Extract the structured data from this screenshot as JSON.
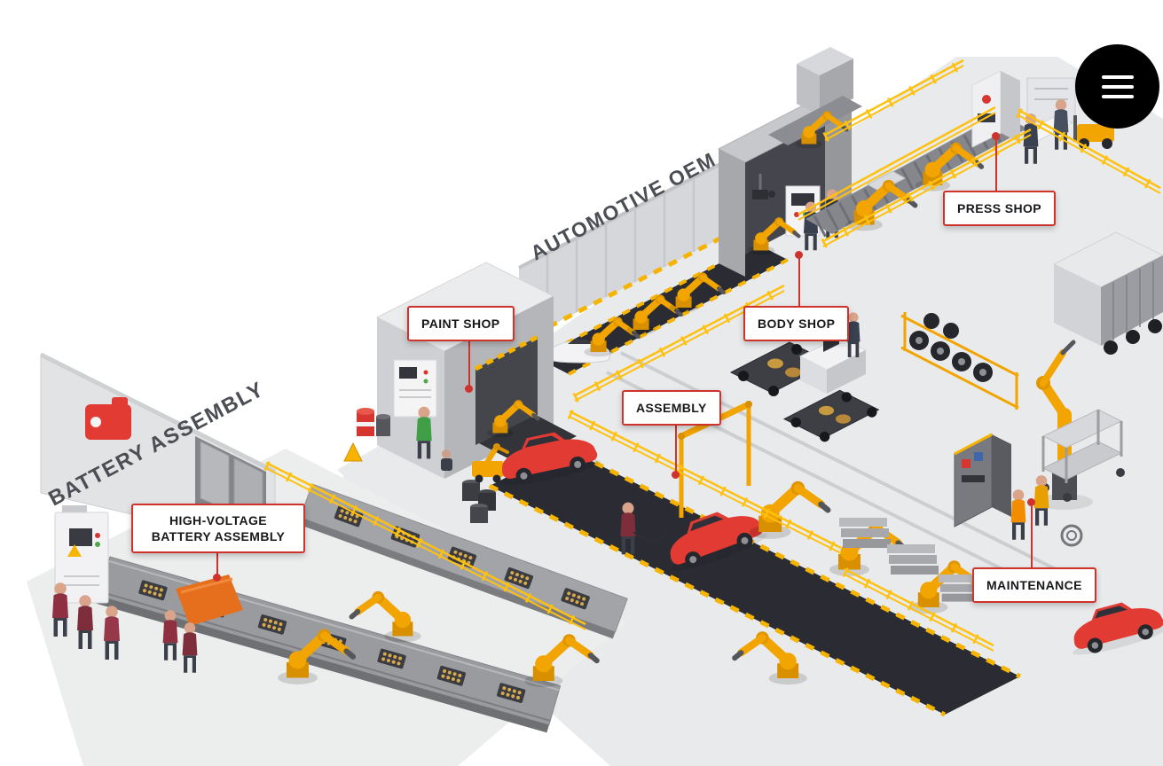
{
  "page": {
    "background_color": "#ffffff"
  },
  "header": {
    "menu_button": {
      "icon": "hamburger-icon",
      "background_color": "#000000",
      "bar_color": "#ffffff"
    }
  },
  "diagram": {
    "wall_labels": [
      {
        "id": "automotive-oem",
        "text": "AUTOMOTIVE OEM"
      },
      {
        "id": "battery-assembly",
        "text": "BATTERY ASSEMBLY"
      }
    ],
    "callouts": [
      {
        "id": "press-shop",
        "label": "PRESS SHOP"
      },
      {
        "id": "body-shop",
        "label": "BODY SHOP"
      },
      {
        "id": "paint-shop",
        "label": "PAINT SHOP"
      },
      {
        "id": "assembly",
        "label": "ASSEMBLY"
      },
      {
        "id": "high-voltage-battery-assembly",
        "label": "HIGH-VOLTAGE BATTERY ASSEMBLY"
      },
      {
        "id": "maintenance",
        "label": "MAINTENANCE"
      }
    ],
    "colors": {
      "accent_red": "#cf342c",
      "car_red": "#e23b33",
      "robot_yellow": "#f2a400",
      "fence_yellow": "#ffc10e",
      "belt_dark": "#2b2c33",
      "floor_gray": "#e9eaeb",
      "wall_text_gray": "#4b4e54",
      "menu_black": "#000000"
    }
  }
}
